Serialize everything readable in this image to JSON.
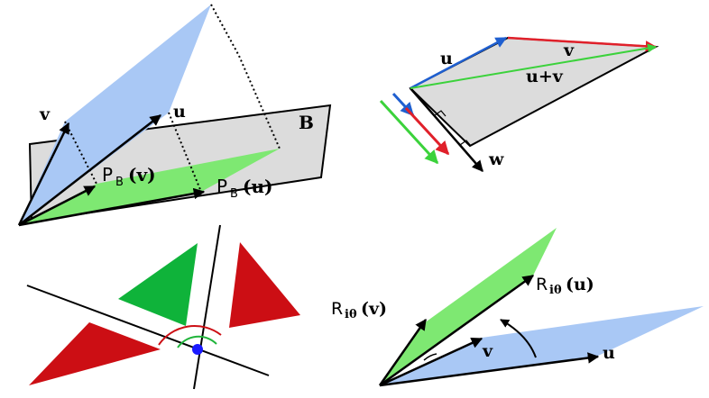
{
  "colors": {
    "blue_fill": "#a9c8f5",
    "green_fill": "#7ee872",
    "gray_plane": "#dcdcdc",
    "red": "#cc0e14",
    "dark_green": "#1fb43a",
    "blue_arrow": "#1f5fd0",
    "red_arrow": "#e0202a",
    "green_arrow": "#3bd23b",
    "axis_dot": "#1a1aff"
  },
  "panel_projection": {
    "plane_label": "B",
    "vector_v_label": "v",
    "vector_u_label": "u",
    "proj_v_label": "P",
    "proj_v_sub": "B",
    "proj_v_arg": "(v)",
    "proj_u_label": "P",
    "proj_u_sub": "B",
    "proj_u_arg": "(u)"
  },
  "panel_sum": {
    "u_label": "u",
    "v_label": "v",
    "sum_label": "u+v",
    "w_label": "w"
  },
  "panel_reflection": {},
  "panel_rotation": {
    "rot_v_label": "R",
    "rot_v_sub": "iθ",
    "rot_v_arg": "(v)",
    "rot_u_label": "R",
    "rot_u_sub": "iθ",
    "rot_u_arg": "(u)",
    "v_label": "v",
    "u_label": "u"
  }
}
